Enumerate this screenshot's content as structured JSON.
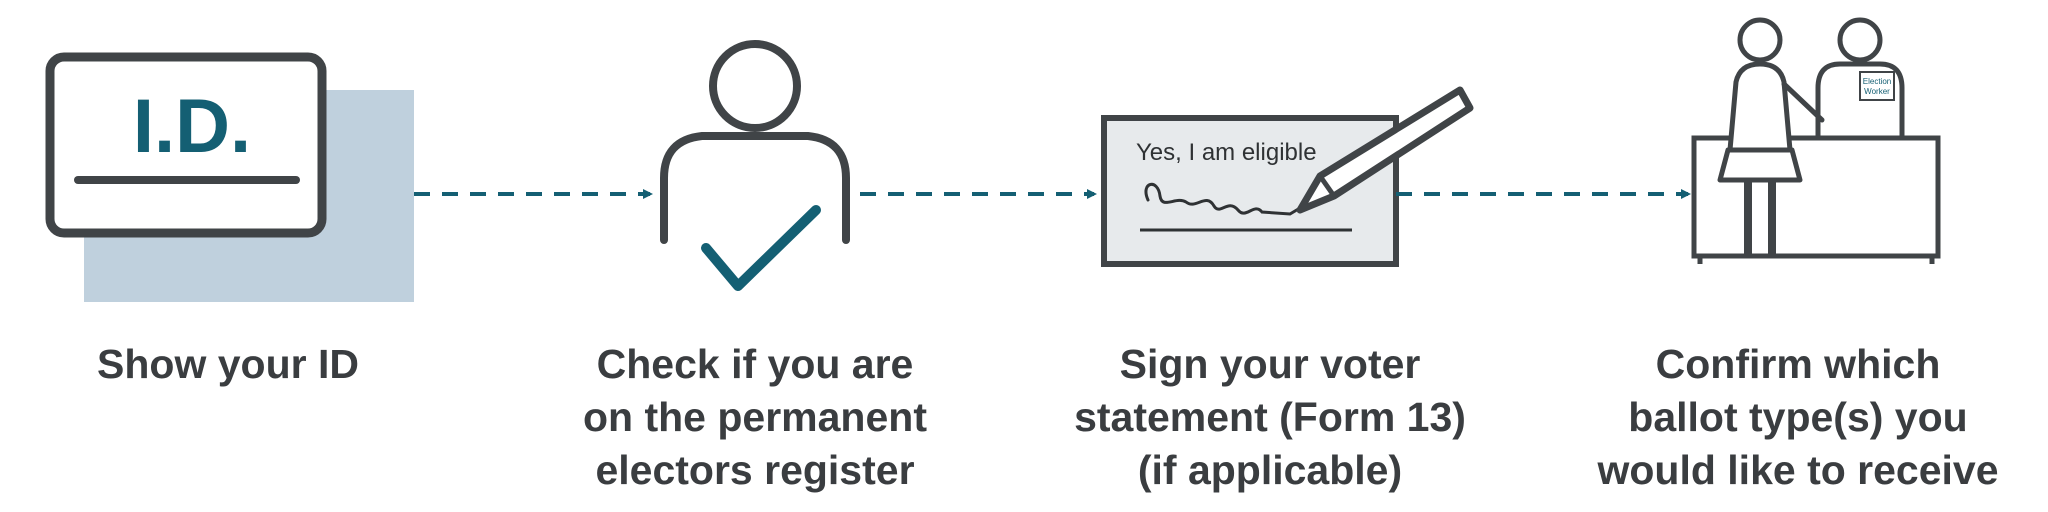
{
  "colors": {
    "outline": "#404447",
    "accent": "#145f73",
    "id_backdrop": "#bfd0dd",
    "statement_fill": "#e7eaec",
    "text": "#3a3d40"
  },
  "icons": [
    "id-card-icon",
    "person-check-icon",
    "signing-statement-icon",
    "election-worker-desk-icon",
    "dashed-arrow-connector"
  ],
  "id_card": {
    "label": "I.D."
  },
  "statement": {
    "text": "Yes, I am eligible"
  },
  "desk": {
    "badge_line1": "Election",
    "badge_line2": "Worker"
  },
  "steps": [
    {
      "lines": [
        "Show your ID"
      ]
    },
    {
      "lines": [
        "Check if you are",
        "on the permanent",
        "electors register"
      ]
    },
    {
      "lines": [
        "Sign your voter",
        "statement (Form 13)",
        "(if applicable)"
      ]
    },
    {
      "lines": [
        "Confirm which",
        "ballot type(s) you",
        "would like to receive"
      ]
    }
  ]
}
